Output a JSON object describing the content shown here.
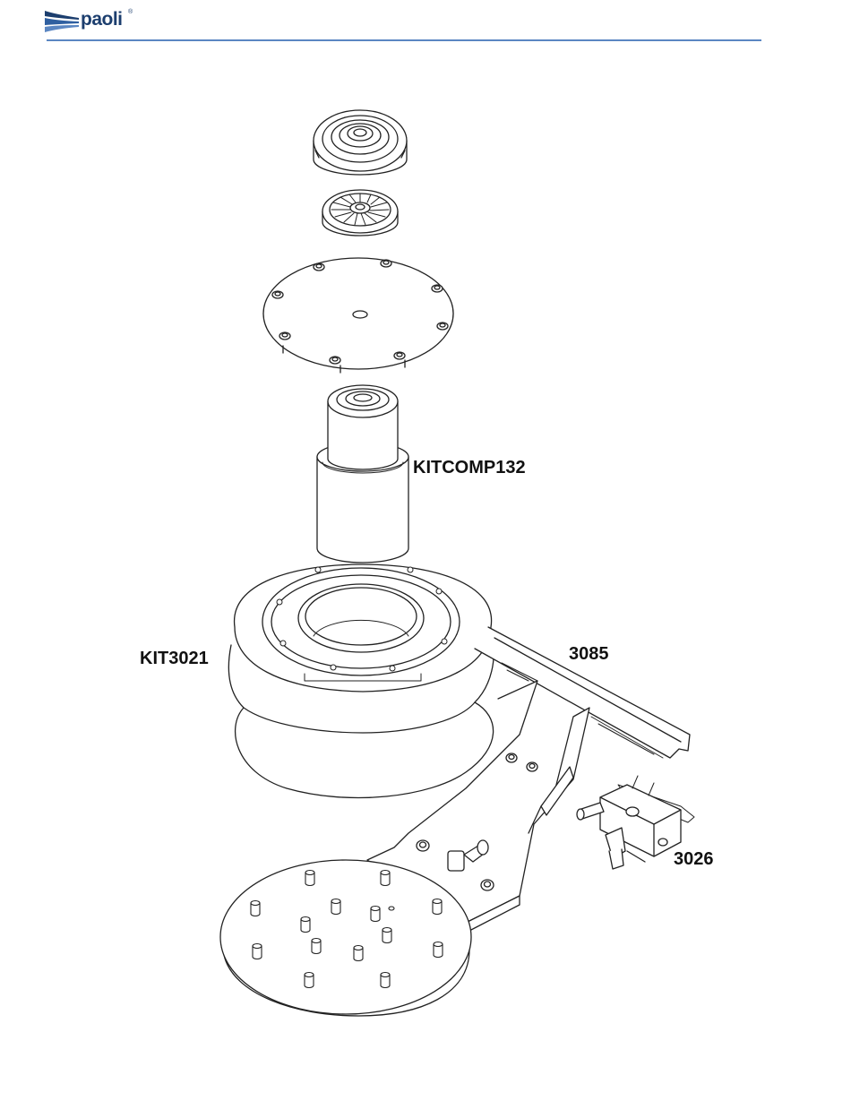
{
  "brand": {
    "name": "paoli",
    "mark": "®",
    "color": "#1c3e6e",
    "rule_color": "#5b86c2"
  },
  "callouts": {
    "kitcomp": "KITCOMP132",
    "kit3021": "KIT3021",
    "p3085": "3085",
    "p3026": "3026"
  },
  "colors": {
    "line": "#222222",
    "background": "#ffffff"
  }
}
